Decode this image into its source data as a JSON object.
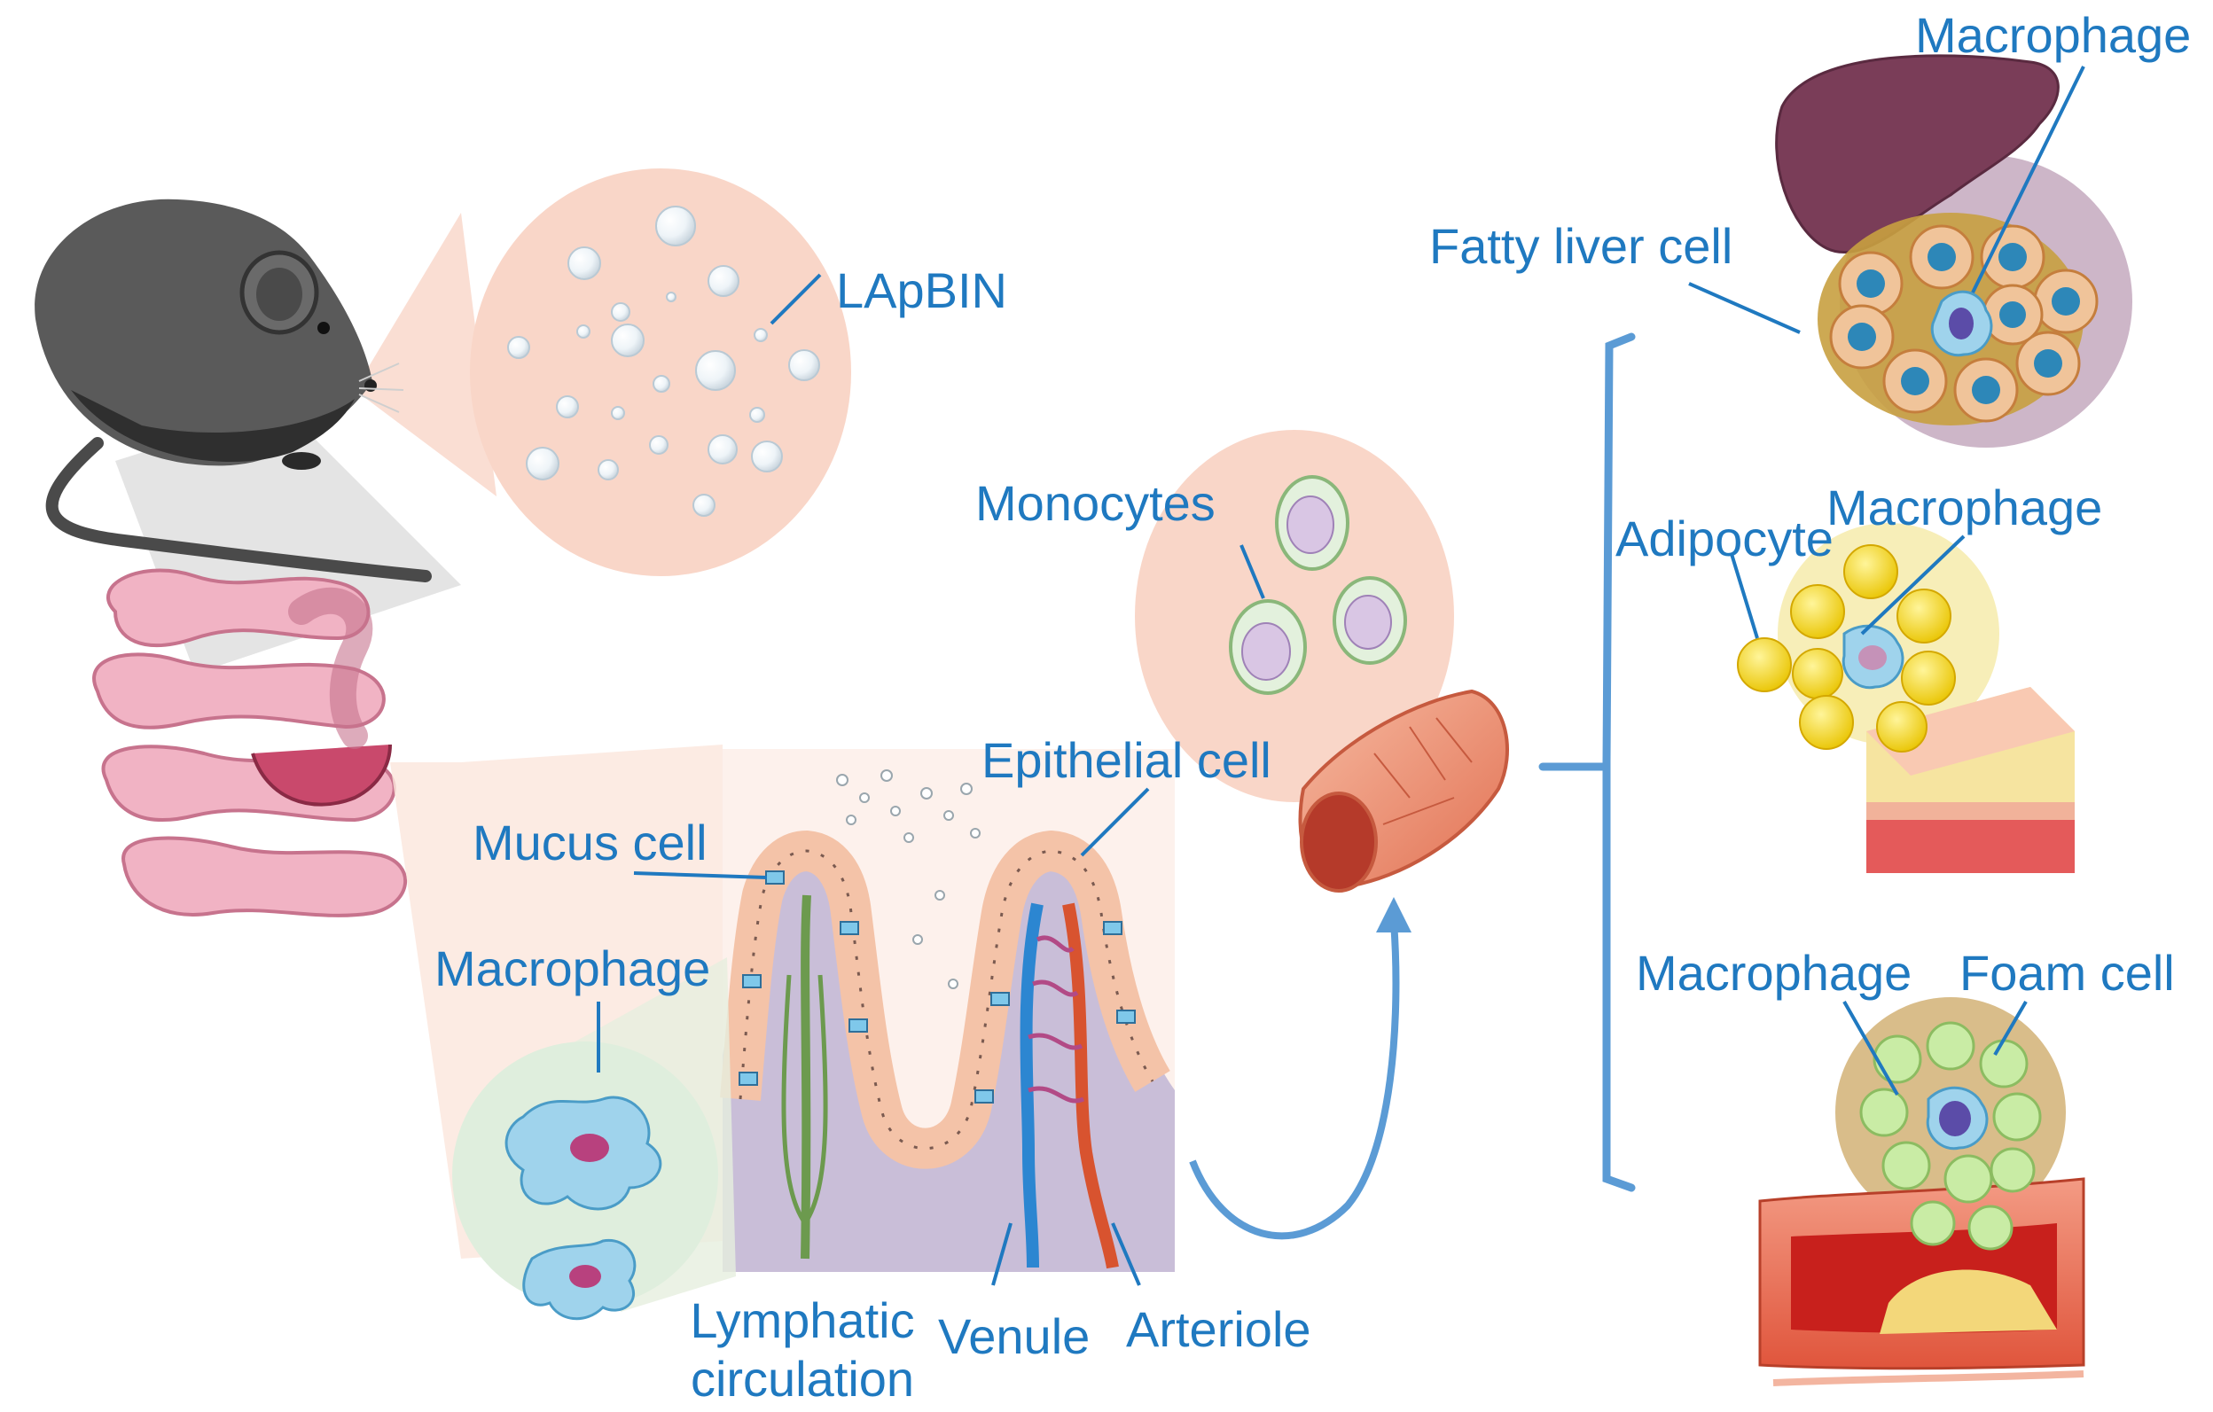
{
  "labels": {
    "lapbin": "LApBIN",
    "monocytes": "Monocytes",
    "epithelial_cell": "Epithelial cell",
    "mucus_cell": "Mucus cell",
    "macrophage_gut": "Macrophage",
    "lymphatic_circulation_line1": "Lymphatic",
    "lymphatic_circulation_line2": "circulation",
    "venule": "Venule",
    "arteriole": "Arteriole",
    "macrophage_liver": "Macrophage",
    "fatty_liver_cell": "Fatty liver cell",
    "adipocyte": "Adipocyte",
    "macrophage_adipose": "Macrophage",
    "macrophage_artery": "Macrophage",
    "foam_cell": "Foam cell"
  },
  "colors": {
    "label_text": "#1f79c0",
    "arrow": "#5b9bd5",
    "zoom_bubble": "#f9d6c8",
    "mouse": "#5a5a5a",
    "intestine": "#f1b3c4",
    "liver": "#7a3d58",
    "adipocyte": "#f4d000",
    "artery_wall": "#e5573d"
  }
}
